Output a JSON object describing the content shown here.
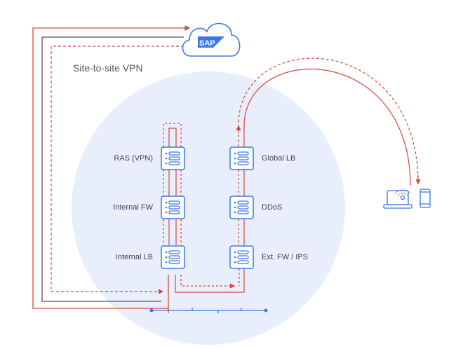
{
  "title": "Site-to-site VPN",
  "cloud": {
    "logo": "SAP",
    "icon": "cloud-icon"
  },
  "left_column": [
    {
      "label": "RAS (VPN)",
      "icon": "server-icon"
    },
    {
      "label": "Internal FW",
      "icon": "server-icon"
    },
    {
      "label": "Internal LB",
      "icon": "server-icon"
    }
  ],
  "right_column": [
    {
      "label": "Global LB",
      "icon": "server-icon"
    },
    {
      "label": "DDoS",
      "icon": "server-icon"
    },
    {
      "label": "Ext. FW / IPS",
      "icon": "server-icon"
    }
  ],
  "clients": [
    "laptop-icon",
    "phone-icon"
  ],
  "colors": {
    "circle": "#e8eefb",
    "blue": "#3b78e7",
    "red": "#d9473a",
    "gray": "#555555"
  }
}
